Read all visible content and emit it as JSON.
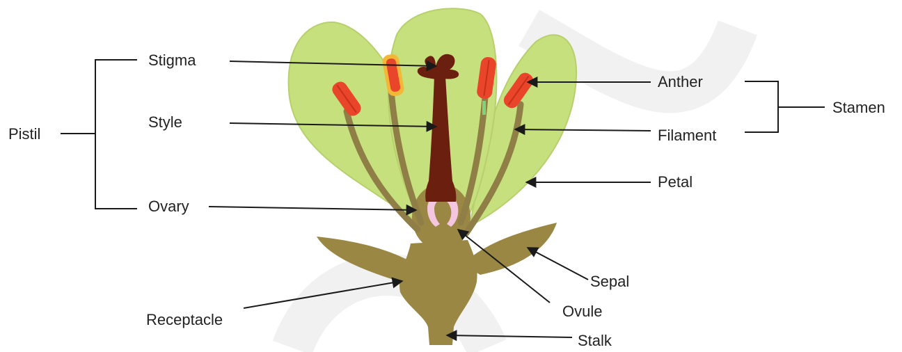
{
  "labels": {
    "pistil": "Pistil",
    "stigma": "Stigma",
    "style": "Style",
    "ovary": "Ovary",
    "receptacle": "Receptacle",
    "anther": "Anther",
    "filament": "Filament",
    "stamen": "Stamen",
    "petal": "Petal",
    "sepal": "Sepal",
    "ovule": "Ovule",
    "stalk": "Stalk"
  },
  "colors": {
    "petal": "#c7e07e",
    "petal_edge": "#b3cc66",
    "receptacle": "#9a8744",
    "filament": "#8f7f47",
    "pistil": "#6b1f0f",
    "anther": "#e8452a",
    "anther_yellow": "#f2b736",
    "ovule": "#f4c6e0",
    "line": "#1a1a1a",
    "watermark": "#ededed"
  }
}
